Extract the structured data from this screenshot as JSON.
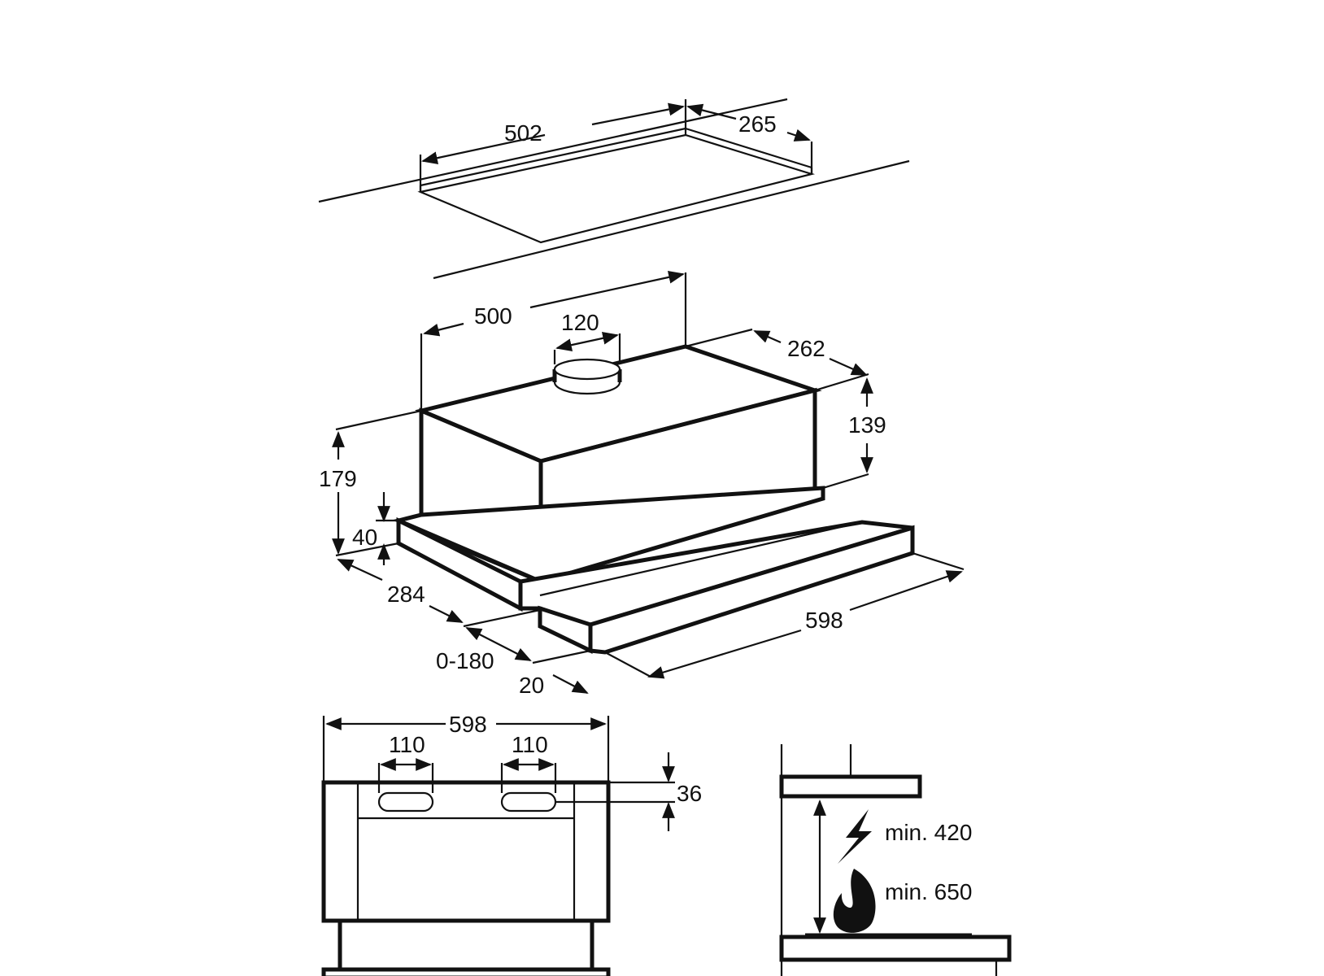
{
  "dimensions": {
    "cutout_width": "502",
    "cutout_depth": "265",
    "body_width": "500",
    "duct_diameter": "120",
    "body_depth": "262",
    "body_height": "139",
    "total_height": "179",
    "base_height": "40",
    "total_depth": "284",
    "extension_range": "0-180",
    "front_panel": "20",
    "total_width": "598",
    "front_width": "598",
    "left_mount": "110",
    "right_mount": "110",
    "mount_height": "36"
  },
  "clearances": {
    "electric": "min. 420",
    "gas": "min. 650"
  },
  "icons": {
    "electric": "lightning-bolt-icon",
    "gas": "flame-icon"
  }
}
